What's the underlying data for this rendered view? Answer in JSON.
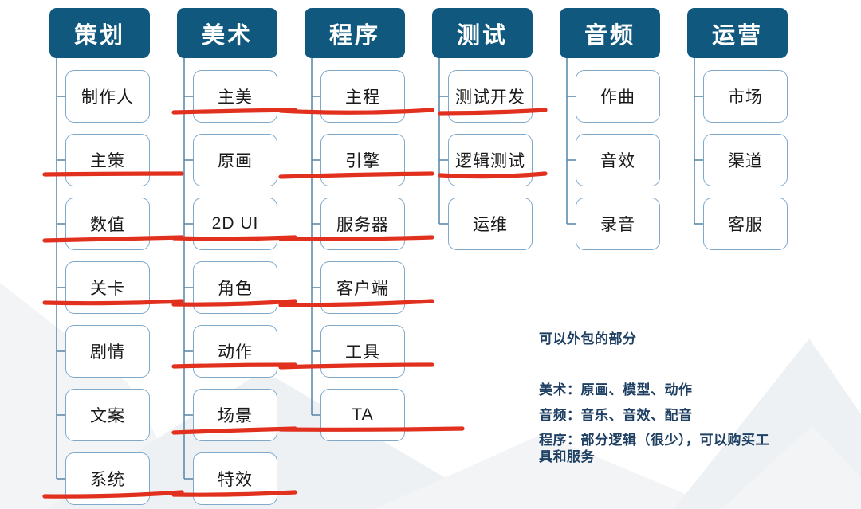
{
  "diagram": {
    "columns": [
      {
        "key": "planning",
        "title": "策划",
        "items": [
          {
            "label": "制作人",
            "marked": false
          },
          {
            "label": "主策",
            "marked": true
          },
          {
            "label": "数值",
            "marked": true
          },
          {
            "label": "关卡",
            "marked": true
          },
          {
            "label": "剧情",
            "marked": false
          },
          {
            "label": "文案",
            "marked": false
          },
          {
            "label": "系统",
            "marked": true
          }
        ]
      },
      {
        "key": "art",
        "title": "美术",
        "items": [
          {
            "label": "主美",
            "marked": true
          },
          {
            "label": "原画",
            "marked": false
          },
          {
            "label": "2D UI",
            "marked": true
          },
          {
            "label": "角色",
            "marked": true
          },
          {
            "label": "动作",
            "marked": true
          },
          {
            "label": "场景",
            "marked": true
          },
          {
            "label": "特效",
            "marked": true
          }
        ]
      },
      {
        "key": "programming",
        "title": "程序",
        "items": [
          {
            "label": "主程",
            "marked": true
          },
          {
            "label": "引擎",
            "marked": true
          },
          {
            "label": "服务器",
            "marked": true
          },
          {
            "label": "客户端",
            "marked": true
          },
          {
            "label": "工具",
            "marked": true
          },
          {
            "label": "TA",
            "marked": true,
            "mark_extended": true
          }
        ]
      },
      {
        "key": "testing",
        "title": "测试",
        "items": [
          {
            "label": "测试开发",
            "marked": true
          },
          {
            "label": "逻辑测试",
            "marked": true
          },
          {
            "label": "运维",
            "marked": false
          }
        ]
      },
      {
        "key": "audio",
        "title": "音频",
        "items": [
          {
            "label": "作曲",
            "marked": false
          },
          {
            "label": "音效",
            "marked": false
          },
          {
            "label": "录音",
            "marked": false
          }
        ]
      },
      {
        "key": "operations",
        "title": "运营",
        "items": [
          {
            "label": "市场",
            "marked": false
          },
          {
            "label": "渠道",
            "marked": false
          },
          {
            "label": "客服",
            "marked": false
          }
        ]
      }
    ],
    "notes": {
      "title": "可以外包的部分",
      "lines": [
        "美术：原画、模型、动作",
        "音频：音乐、音效、配音",
        "程序：部分逻辑（很少），可以购买工具和服务"
      ]
    },
    "colors": {
      "header_bg": "#11587F",
      "box_border": "#7FA8C9",
      "connector": "#5E8CAC",
      "mark_red": "#E2301F",
      "note_text": "#1F4063",
      "mountain_light": "#F2F4F6",
      "mountain_lighter": "#EEF1F4"
    }
  }
}
